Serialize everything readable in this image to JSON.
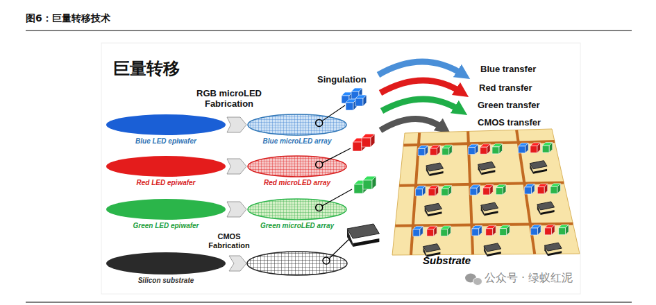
{
  "diagram": {
    "title": "图6：巨量转移技术",
    "nodes": [
      {
        "text": [
          "Blue LED epiwafer"
        ]
      },
      {
        "text": [
          "Blue microLED array"
        ]
      },
      {
        "text": [
          "Red LED epiwafer"
        ]
      },
      {
        "text": [
          "Red microLED array"
        ]
      },
      {
        "text": [
          "Green LED epiwafer"
        ]
      },
      {
        "text": [
          "Green microLED array"
        ]
      },
      {
        "text": [
          "Silicon substrate"
        ]
      },
      {
        "text": [
          "Substrate"
        ]
      }
    ],
    "edges": [
      {
        "from": 0,
        "to": 1,
        "arrow": "to"
      },
      {
        "from": 2,
        "to": 3,
        "arrow": "to"
      },
      {
        "from": 4,
        "to": 5,
        "arrow": "to"
      }
    ],
    "labels": [
      "巨量转移",
      "RGB microLED Fabrication",
      "CMOS Fabrication",
      "Singulation",
      "Blue transfer",
      "Red transfer",
      "Green transfer",
      "CMOS transfer",
      "公众号 · 绿蚁红泥"
    ]
  }
}
